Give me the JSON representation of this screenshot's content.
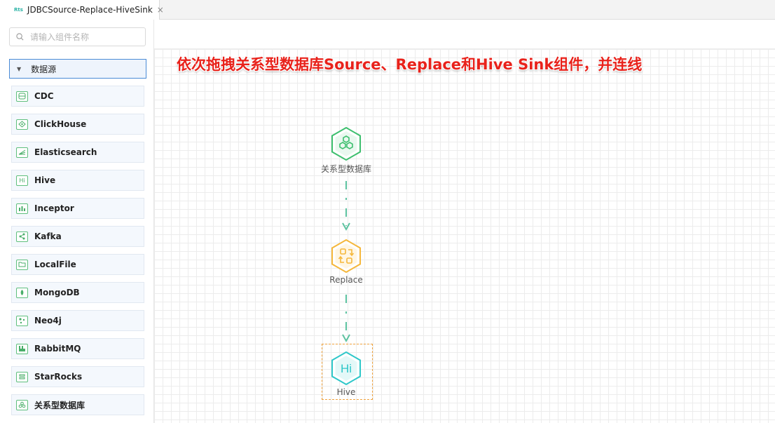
{
  "tab": {
    "icon": "Rts",
    "title": "JDBCSource-Replace-HiveSink",
    "close": "×"
  },
  "sidebar": {
    "search_placeholder": "请输入组件名称",
    "group": {
      "label": "数据源",
      "caret": "▼"
    },
    "components": [
      {
        "label": "CDC",
        "icon": "database-icon"
      },
      {
        "label": "ClickHouse",
        "icon": "clickhouse-icon"
      },
      {
        "label": "Elasticsearch",
        "icon": "elasticsearch-icon"
      },
      {
        "label": "Hive",
        "icon": "hive-icon",
        "icon_text": "Hi"
      },
      {
        "label": "Inceptor",
        "icon": "inceptor-icon"
      },
      {
        "label": "Kafka",
        "icon": "kafka-icon"
      },
      {
        "label": "LocalFile",
        "icon": "folder-icon"
      },
      {
        "label": "MongoDB",
        "icon": "mongodb-icon"
      },
      {
        "label": "Neo4j",
        "icon": "neo4j-icon"
      },
      {
        "label": "RabbitMQ",
        "icon": "rabbitmq-icon"
      },
      {
        "label": "StarRocks",
        "icon": "starrocks-icon"
      },
      {
        "label": "关系型数据库",
        "icon": "relational-db-icon"
      }
    ],
    "collapse_glyph": "‹"
  },
  "canvas": {
    "instruction": "依次拖拽关系型数据库Source、Replace和Hive Sink组件，并连线",
    "nodes": [
      {
        "label": "关系型数据库",
        "icon": "relational-db-icon",
        "color": "#3dbf6e"
      },
      {
        "label": "Replace",
        "icon": "replace-icon",
        "color": "#f5b73b"
      },
      {
        "label": "Hive",
        "icon": "hive-icon",
        "icon_text": "Hi",
        "color": "#2ec7c9"
      }
    ]
  },
  "colors": {
    "accent": "#4a8bd6",
    "instruction_red": "#e8221b",
    "edge": "#5cc2a0",
    "selection": "#f0a23c"
  }
}
